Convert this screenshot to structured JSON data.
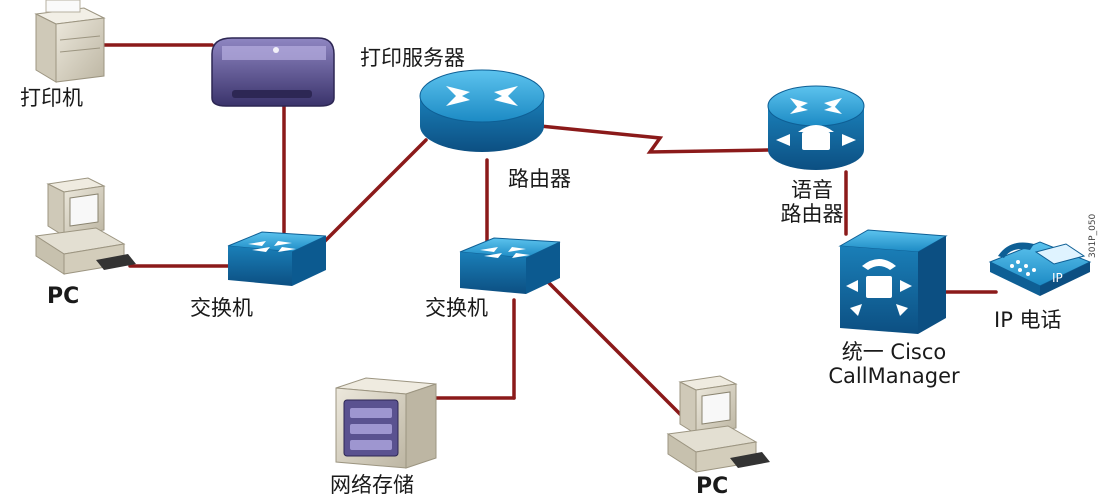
{
  "labels": {
    "printer": "打印机",
    "print_server": "打印服务器",
    "router": "路由器",
    "pc_left": "PC",
    "switch_left": "交换机",
    "switch_mid": "交换机",
    "network_storage": "网络存储",
    "pc_bottom": "PC",
    "voice_router_line1": "语音",
    "voice_router_line2": "路由器",
    "callmanager_line1": "统一 Cisco",
    "callmanager_line2": "CallManager",
    "ip_phone": "IP 电话",
    "side_code": "301P_050"
  },
  "colors": {
    "link": "#8b1a1a",
    "cisco_blue": "#1f8fc8",
    "cisco_dark": "#0e5f95",
    "device_beige": "#d8d3c4"
  },
  "icons": [
    "printer-icon",
    "print-server-icon",
    "router-icon",
    "switch-icon",
    "pc-icon",
    "voice-router-icon",
    "callmanager-icon",
    "ip-phone-icon",
    "storage-icon"
  ]
}
